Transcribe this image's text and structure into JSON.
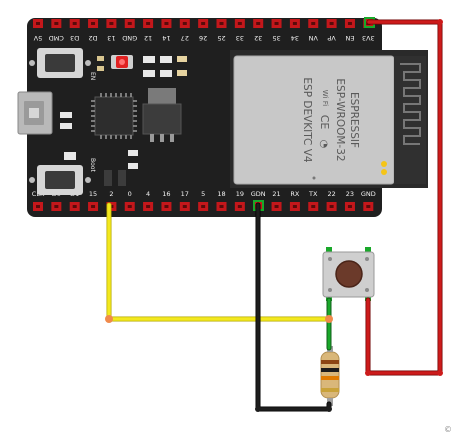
{
  "board": {
    "top_pins": [
      "5V",
      "CMD",
      "D3",
      "D2",
      "13",
      "GND",
      "12",
      "14",
      "27",
      "26",
      "25",
      "33",
      "32",
      "35",
      "34",
      "VN",
      "VP",
      "EN",
      "3V3"
    ],
    "bottom_pins": [
      "CLK",
      "D0",
      "D1",
      "15",
      "2",
      "0",
      "4",
      "16",
      "17",
      "5",
      "18",
      "19",
      "GDN",
      "21",
      "RX",
      "TX",
      "22",
      "23",
      "GND"
    ],
    "board_labels": {
      "en": "EN",
      "boot": "Boot"
    }
  },
  "module": {
    "brand": "ESPRESSIF",
    "model": "ESP-WROOM-32",
    "kit": "ESP DEVKITC V4",
    "wifi": "Wi Fi"
  },
  "corner_mark": "©",
  "colors": {
    "board": "#1f1f1f",
    "pin_header": "#c4171b",
    "module_shield": "#c8c8c8",
    "wire_power": "#cc1b1b",
    "wire_gpio": "#f3e81e",
    "wire_ground": "#1d1d1d",
    "pin_highlight": "#19a82a"
  }
}
